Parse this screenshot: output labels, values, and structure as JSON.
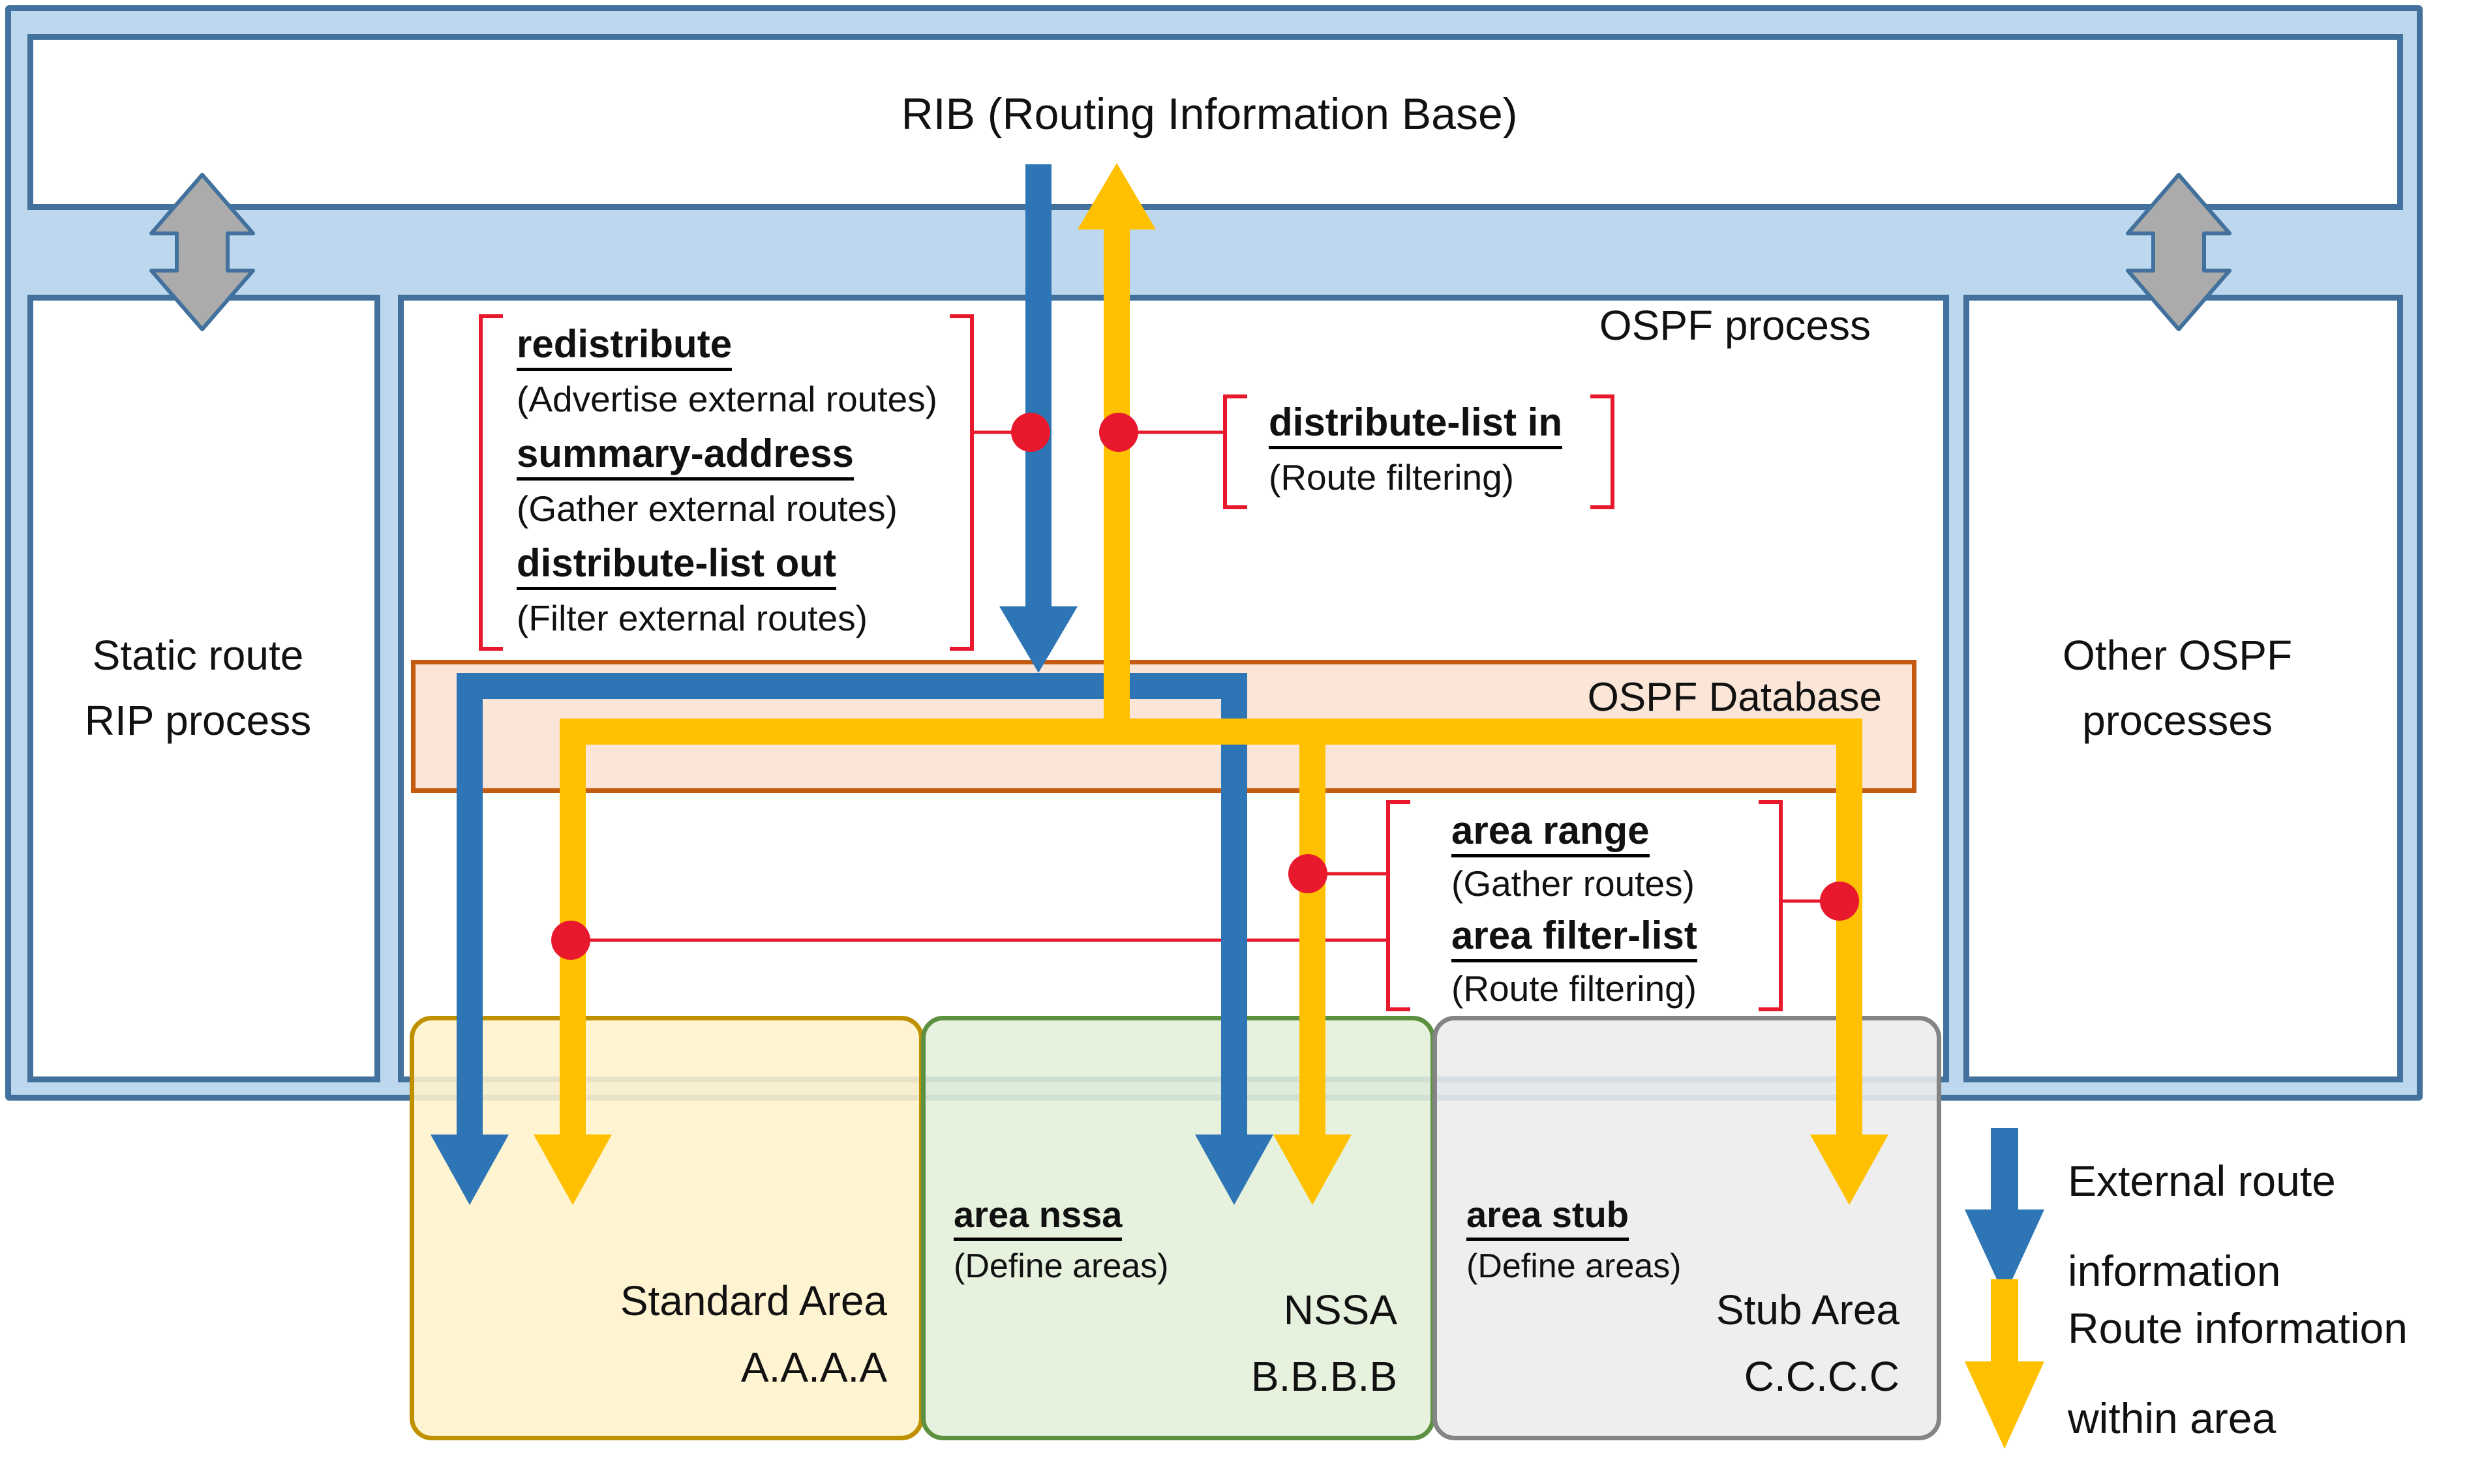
{
  "diagram": {
    "rib": {
      "title": "RIB (Routing Information Base)"
    },
    "left_box": {
      "line1": "Static route",
      "line2": "RIP process"
    },
    "ospf_process": {
      "label": "OSPF process"
    },
    "other_box": {
      "line1": "Other OSPF",
      "line2": "processes"
    },
    "ospf_database": {
      "label": "OSPF Database"
    },
    "commands": {
      "redistribute": {
        "name": "redistribute",
        "desc": "(Advertise external routes)"
      },
      "summary_address": {
        "name": "summary-address",
        "desc": "(Gather external routes)"
      },
      "distribute_list_out": {
        "name": "distribute-list out",
        "desc": "(Filter external routes)"
      },
      "distribute_list_in": {
        "name": "distribute-list in",
        "desc": "(Route filtering)"
      },
      "area_range": {
        "name": "area range",
        "desc": "(Gather routes)"
      },
      "area_filter_list": {
        "name": "area filter-list",
        "desc": "(Route filtering)"
      },
      "area_nssa": {
        "name": "area nssa",
        "desc": "(Define areas)"
      },
      "area_stub": {
        "name": "area stub",
        "desc": "(Define areas)"
      }
    },
    "areas": {
      "standard": {
        "name": "Standard Area",
        "id": "A.A.A.A"
      },
      "nssa": {
        "name": "NSSA",
        "id": "B.B.B.B"
      },
      "stub": {
        "name": "Stub Area",
        "id": "C.C.C.C"
      }
    },
    "legend": {
      "external": {
        "line1": "External route",
        "line2": "information"
      },
      "within": {
        "line1": "Route information",
        "line2": "within area"
      }
    },
    "colors": {
      "container_fill": "#BDD7EE",
      "box_border": "#41719C",
      "external_route_blue": "#2E75B6",
      "within_area_yellow": "#FFC000",
      "database_border": "#C55A11",
      "database_fill": "#FBE5D6",
      "standard_area_border": "#BF9000",
      "standard_area_fill": "#FFF2CC",
      "nssa_border": "#5B9140",
      "nssa_fill": "#E2EFDA",
      "stub_border": "#848484",
      "stub_fill": "#ECECEC",
      "marker_red": "#E8192C",
      "gray_arrow_fill": "#ABABAB"
    }
  }
}
